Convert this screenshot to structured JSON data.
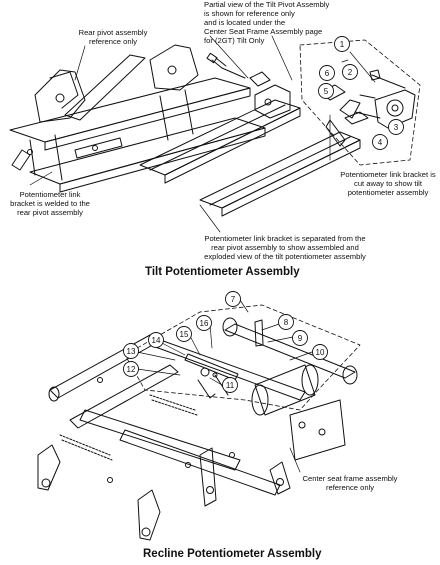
{
  "top": {
    "title": "Tilt Potentiometer Assembly",
    "notes": {
      "rear_pivot": "Rear pivot assembly\nreference only",
      "partial_view": "Partial view of the Tilt Pivot Assembly\nis shown for reference only\nand is located under the\nCenter Seat Frame Assembly page\nfor (2GT) Tilt Only",
      "link_welded": "Potentiometer link\nbracket is welded to the\nrear pivot assembly",
      "link_cut_away": "Potentiometer link bracket is\ncut away to show tilt\npotentiometer assembly",
      "link_separated": "Potentiometer link bracket is separated from the\nrear pivot assembly to show assembled and\nexploded view of the tilt potentiometer assembly"
    },
    "callouts": [
      "1",
      "2",
      "3",
      "4",
      "5",
      "6"
    ]
  },
  "bottom": {
    "title": "Recline Potentiometer Assembly",
    "notes": {
      "center_seat": "Center seat frame assembly\nreference only"
    },
    "callouts": [
      "7",
      "8",
      "9",
      "10",
      "11",
      "12",
      "13",
      "14",
      "15",
      "16"
    ]
  }
}
